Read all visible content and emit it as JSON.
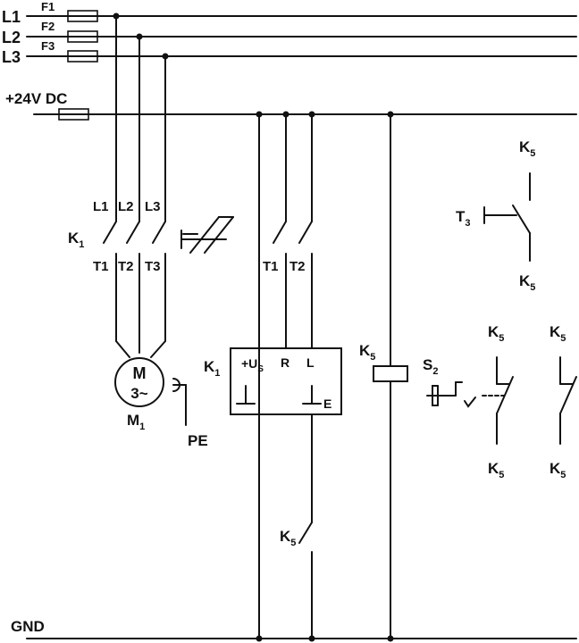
{
  "supply": {
    "l1": "L1",
    "l2": "L2",
    "l3": "L3",
    "f1": "F1",
    "f2": "F2",
    "f3": "F3",
    "dc": "+24V DC",
    "gnd": "GND"
  },
  "contactor_main": {
    "in1": "L1",
    "in2": "L2",
    "in3": "L3",
    "out1": "T1",
    "out2": "T2",
    "out3": "T3",
    "name": "K",
    "name_sub": "1"
  },
  "motor": {
    "line1": "M",
    "line2": "3~",
    "name": "M",
    "name_sub": "1",
    "pe": "PE"
  },
  "relay_module": {
    "out1": "T1",
    "out2": "T2",
    "name": "K",
    "name_sub": "1",
    "us": "+U",
    "us_sub": "S",
    "r": "R",
    "l": "L",
    "e": "E"
  },
  "coil": {
    "name": "K",
    "name_sub": "5"
  },
  "contact_k5_low": {
    "name": "K",
    "name_sub": "5"
  },
  "switch_t3": {
    "top": "K",
    "top_sub": "5",
    "bottom": "K",
    "bottom_sub": "5",
    "actuator": "T",
    "actuator_sub": "3"
  },
  "switch_s2": {
    "name": "S",
    "name_sub": "2"
  },
  "contact_k5_a": {
    "top": "K",
    "top_sub": "5",
    "bottom": "K",
    "bottom_sub": "5"
  },
  "contact_k5_b": {
    "top": "K",
    "top_sub": "5",
    "bottom": "K",
    "bottom_sub": "5"
  }
}
